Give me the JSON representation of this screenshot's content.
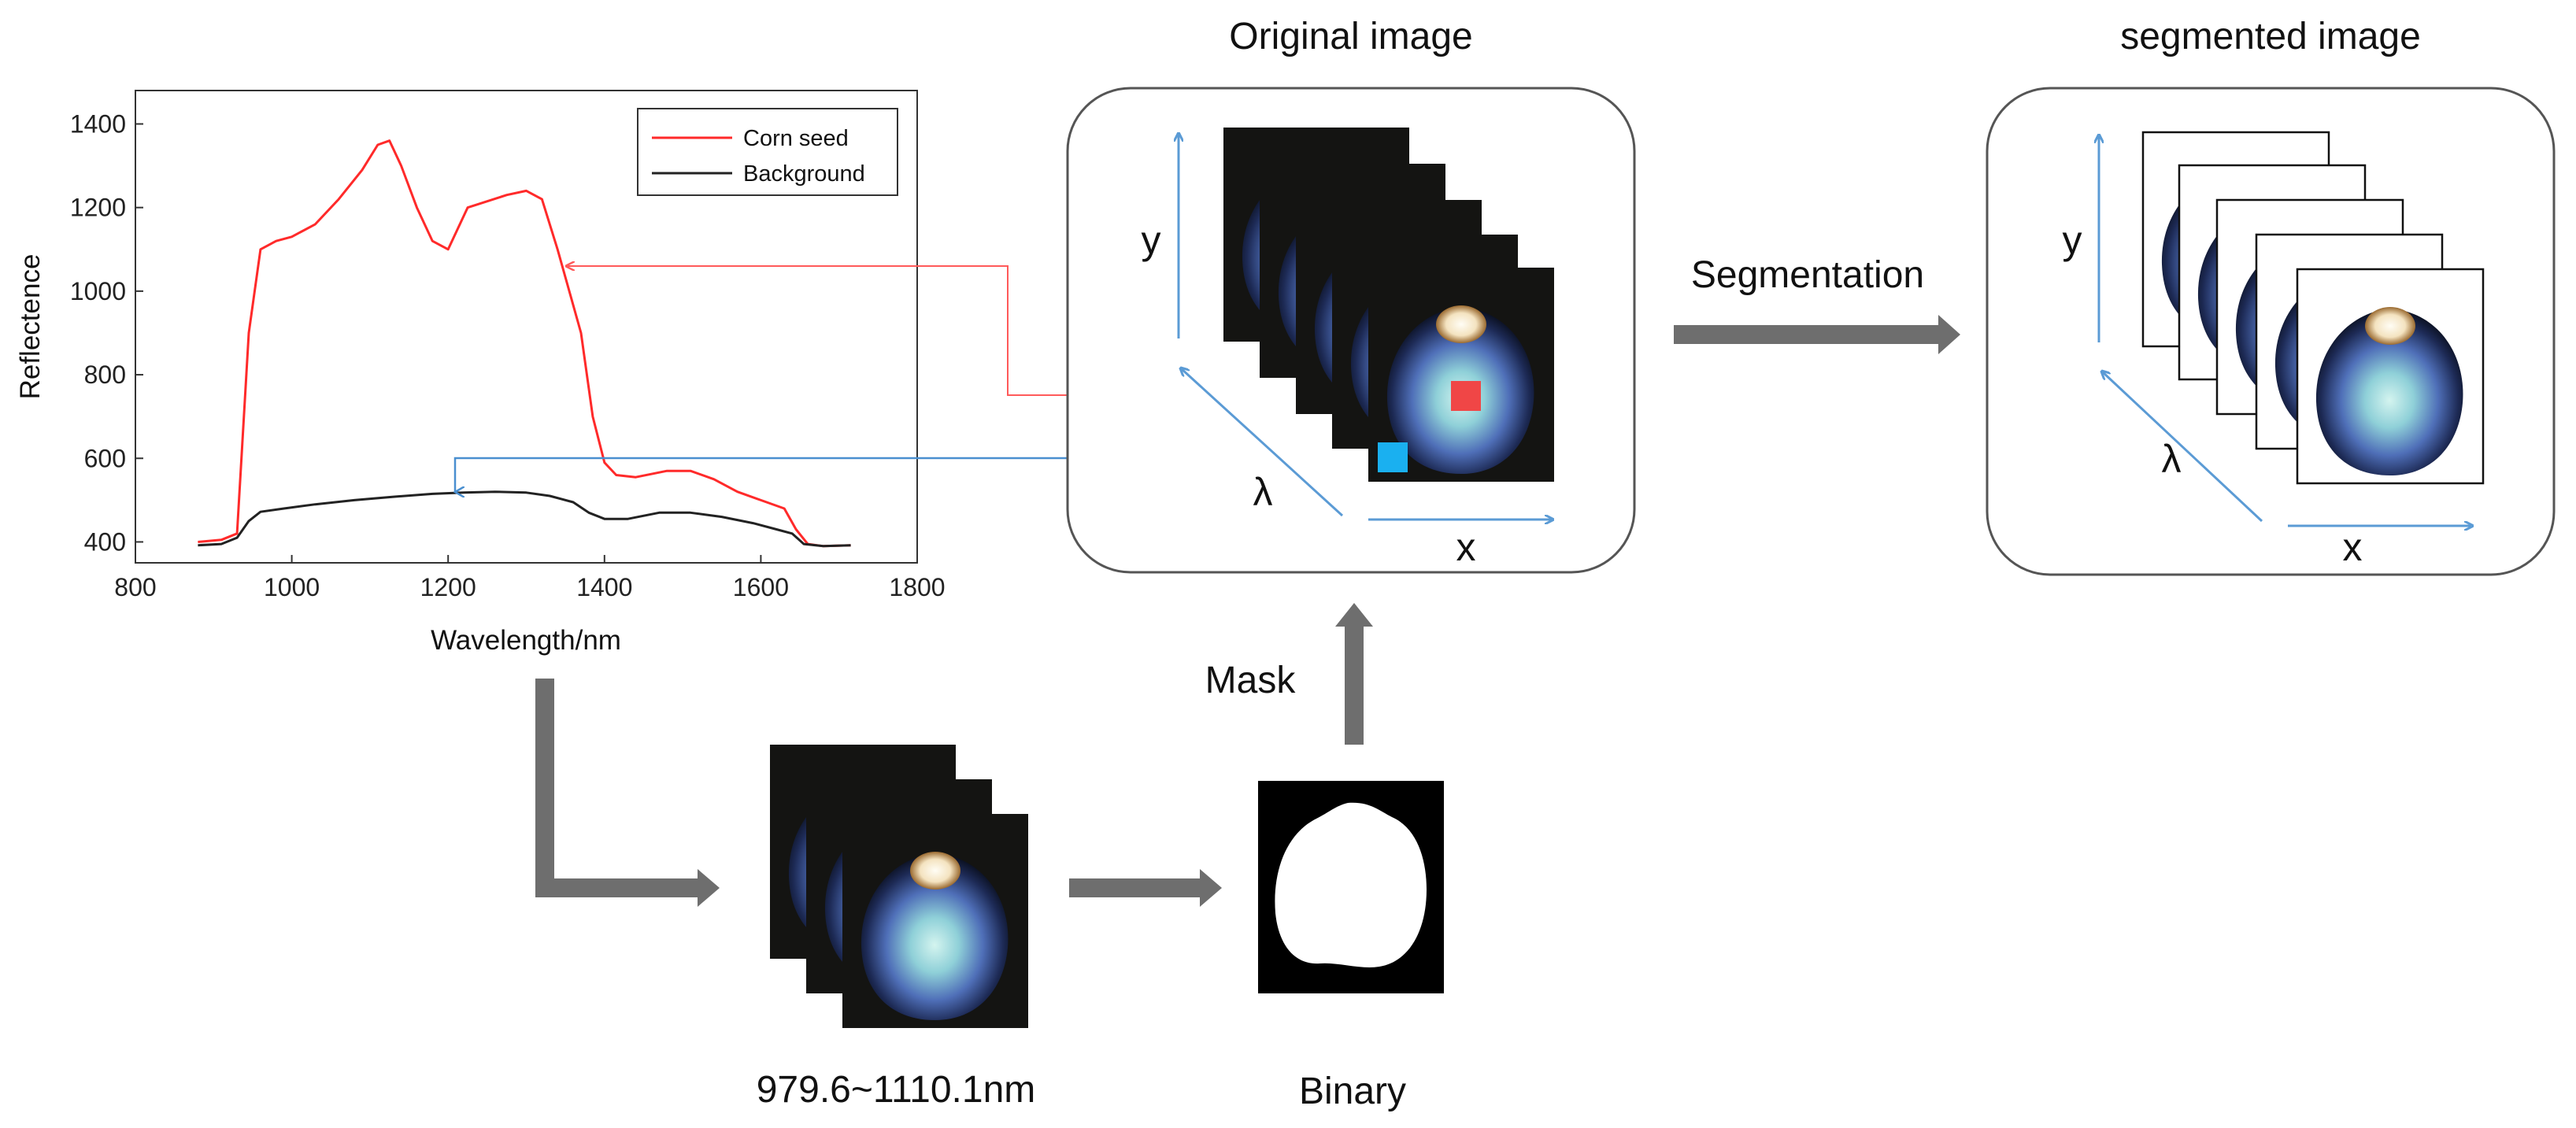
{
  "chart_data": {
    "type": "line",
    "xlabel": "Wavelength/nm",
    "ylabel": "Reflectence",
    "xlim": [
      800,
      1800
    ],
    "ylim": [
      350,
      1480
    ],
    "xticks": [
      "800",
      "1000",
      "1200",
      "1400",
      "1600",
      "1800"
    ],
    "yticks": [
      "400",
      "600",
      "800",
      "1000",
      "1200",
      "1400"
    ],
    "legend_position": "top-right",
    "grid": false,
    "series": [
      {
        "name": "Corn seed",
        "color": "#ff2a2a",
        "points": [
          [
            880,
            400
          ],
          [
            910,
            405
          ],
          [
            930,
            420
          ],
          [
            945,
            900
          ],
          [
            960,
            1100
          ],
          [
            980,
            1120
          ],
          [
            1000,
            1130
          ],
          [
            1030,
            1160
          ],
          [
            1060,
            1220
          ],
          [
            1090,
            1290
          ],
          [
            1110,
            1350
          ],
          [
            1125,
            1360
          ],
          [
            1140,
            1300
          ],
          [
            1160,
            1200
          ],
          [
            1180,
            1120
          ],
          [
            1200,
            1100
          ],
          [
            1225,
            1200
          ],
          [
            1250,
            1215
          ],
          [
            1275,
            1230
          ],
          [
            1300,
            1240
          ],
          [
            1320,
            1220
          ],
          [
            1340,
            1100
          ],
          [
            1355,
            1000
          ],
          [
            1370,
            900
          ],
          [
            1385,
            700
          ],
          [
            1400,
            590
          ],
          [
            1415,
            560
          ],
          [
            1440,
            555
          ],
          [
            1480,
            570
          ],
          [
            1510,
            570
          ],
          [
            1540,
            550
          ],
          [
            1570,
            520
          ],
          [
            1600,
            500
          ],
          [
            1630,
            480
          ],
          [
            1645,
            430
          ],
          [
            1660,
            395
          ],
          [
            1680,
            390
          ],
          [
            1715,
            392
          ]
        ]
      },
      {
        "name": "Background",
        "color": "#222222",
        "points": [
          [
            880,
            392
          ],
          [
            910,
            395
          ],
          [
            930,
            410
          ],
          [
            945,
            450
          ],
          [
            960,
            472
          ],
          [
            990,
            480
          ],
          [
            1030,
            490
          ],
          [
            1080,
            500
          ],
          [
            1130,
            508
          ],
          [
            1180,
            515
          ],
          [
            1220,
            518
          ],
          [
            1260,
            520
          ],
          [
            1300,
            518
          ],
          [
            1330,
            510
          ],
          [
            1360,
            495
          ],
          [
            1380,
            470
          ],
          [
            1400,
            455
          ],
          [
            1430,
            455
          ],
          [
            1470,
            470
          ],
          [
            1510,
            470
          ],
          [
            1550,
            460
          ],
          [
            1590,
            445
          ],
          [
            1620,
            430
          ],
          [
            1640,
            420
          ],
          [
            1655,
            395
          ],
          [
            1680,
            390
          ],
          [
            1715,
            392
          ]
        ]
      }
    ]
  },
  "diagram": {
    "original_title": "Original image",
    "segmented_title": "segmented image",
    "segmentation_label": "Segmentation",
    "mask_label": "Mask",
    "band_label": "979.6~1110.1nm",
    "binary_label": "Binary",
    "axis_x": "x",
    "axis_y": "y",
    "axis_lambda": "λ"
  }
}
